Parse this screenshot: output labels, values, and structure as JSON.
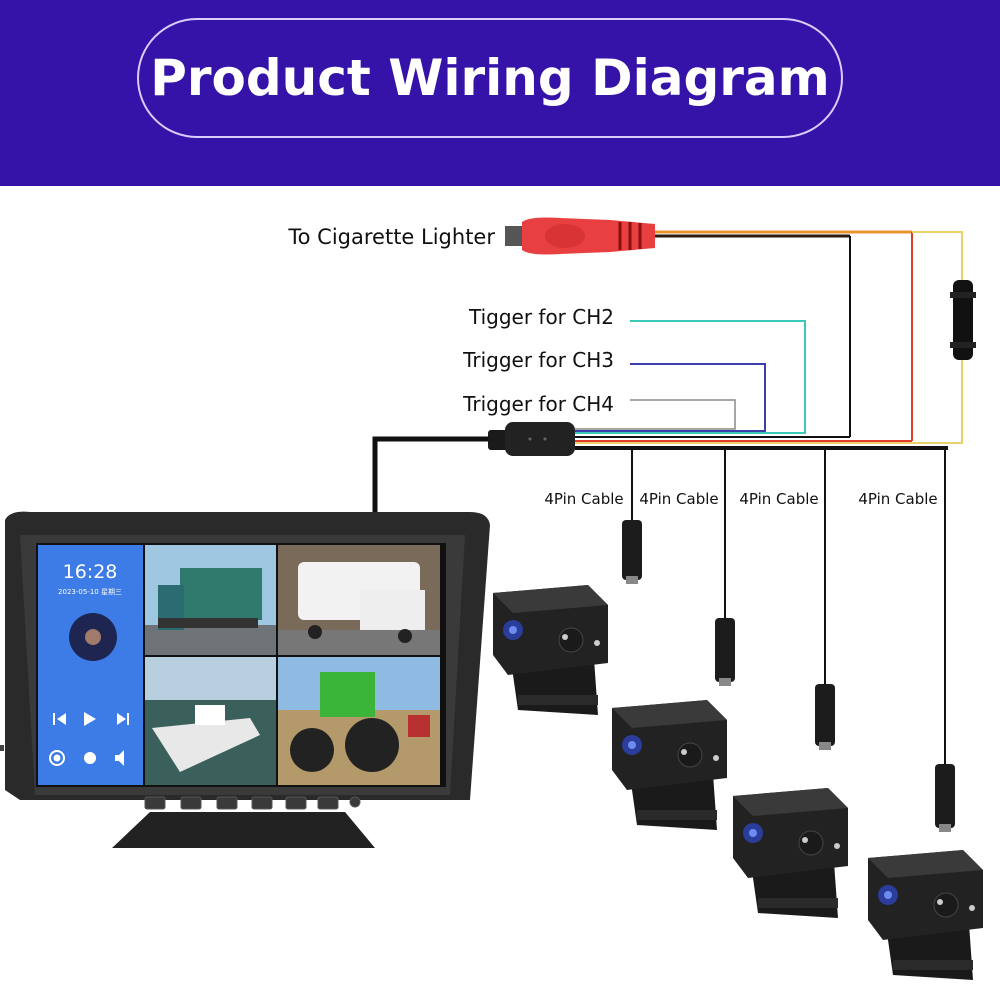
{
  "header": {
    "title": "Product Wiring Diagram"
  },
  "labels": {
    "power": "To Cigarette Lighter",
    "trigger_ch2": "Tigger for CH2",
    "trigger_ch3": "Trigger for CH3",
    "trigger_ch4": "Trigger for CH4",
    "cables": [
      "4Pin Cable",
      "4Pin Cable",
      "4Pin Cable",
      "4Pin Cable"
    ]
  },
  "monitor": {
    "time": "16:28",
    "date": "2023-05-10 星期三",
    "controls": [
      "previous-icon",
      "play-icon",
      "next-icon",
      "record-icon",
      "brightness-icon",
      "volume-icon"
    ],
    "views": [
      "truck",
      "camper-van",
      "boat",
      "tractor"
    ]
  },
  "colors": {
    "header": "#3613a8",
    "wire_ch2": "#3cc9b8",
    "wire_ch3": "#3b3fa8",
    "wire_ch4": "#8a8a8a",
    "wire_red": "#e03a2a",
    "wire_yellow": "#e8d36a",
    "plug": "#e84040"
  }
}
